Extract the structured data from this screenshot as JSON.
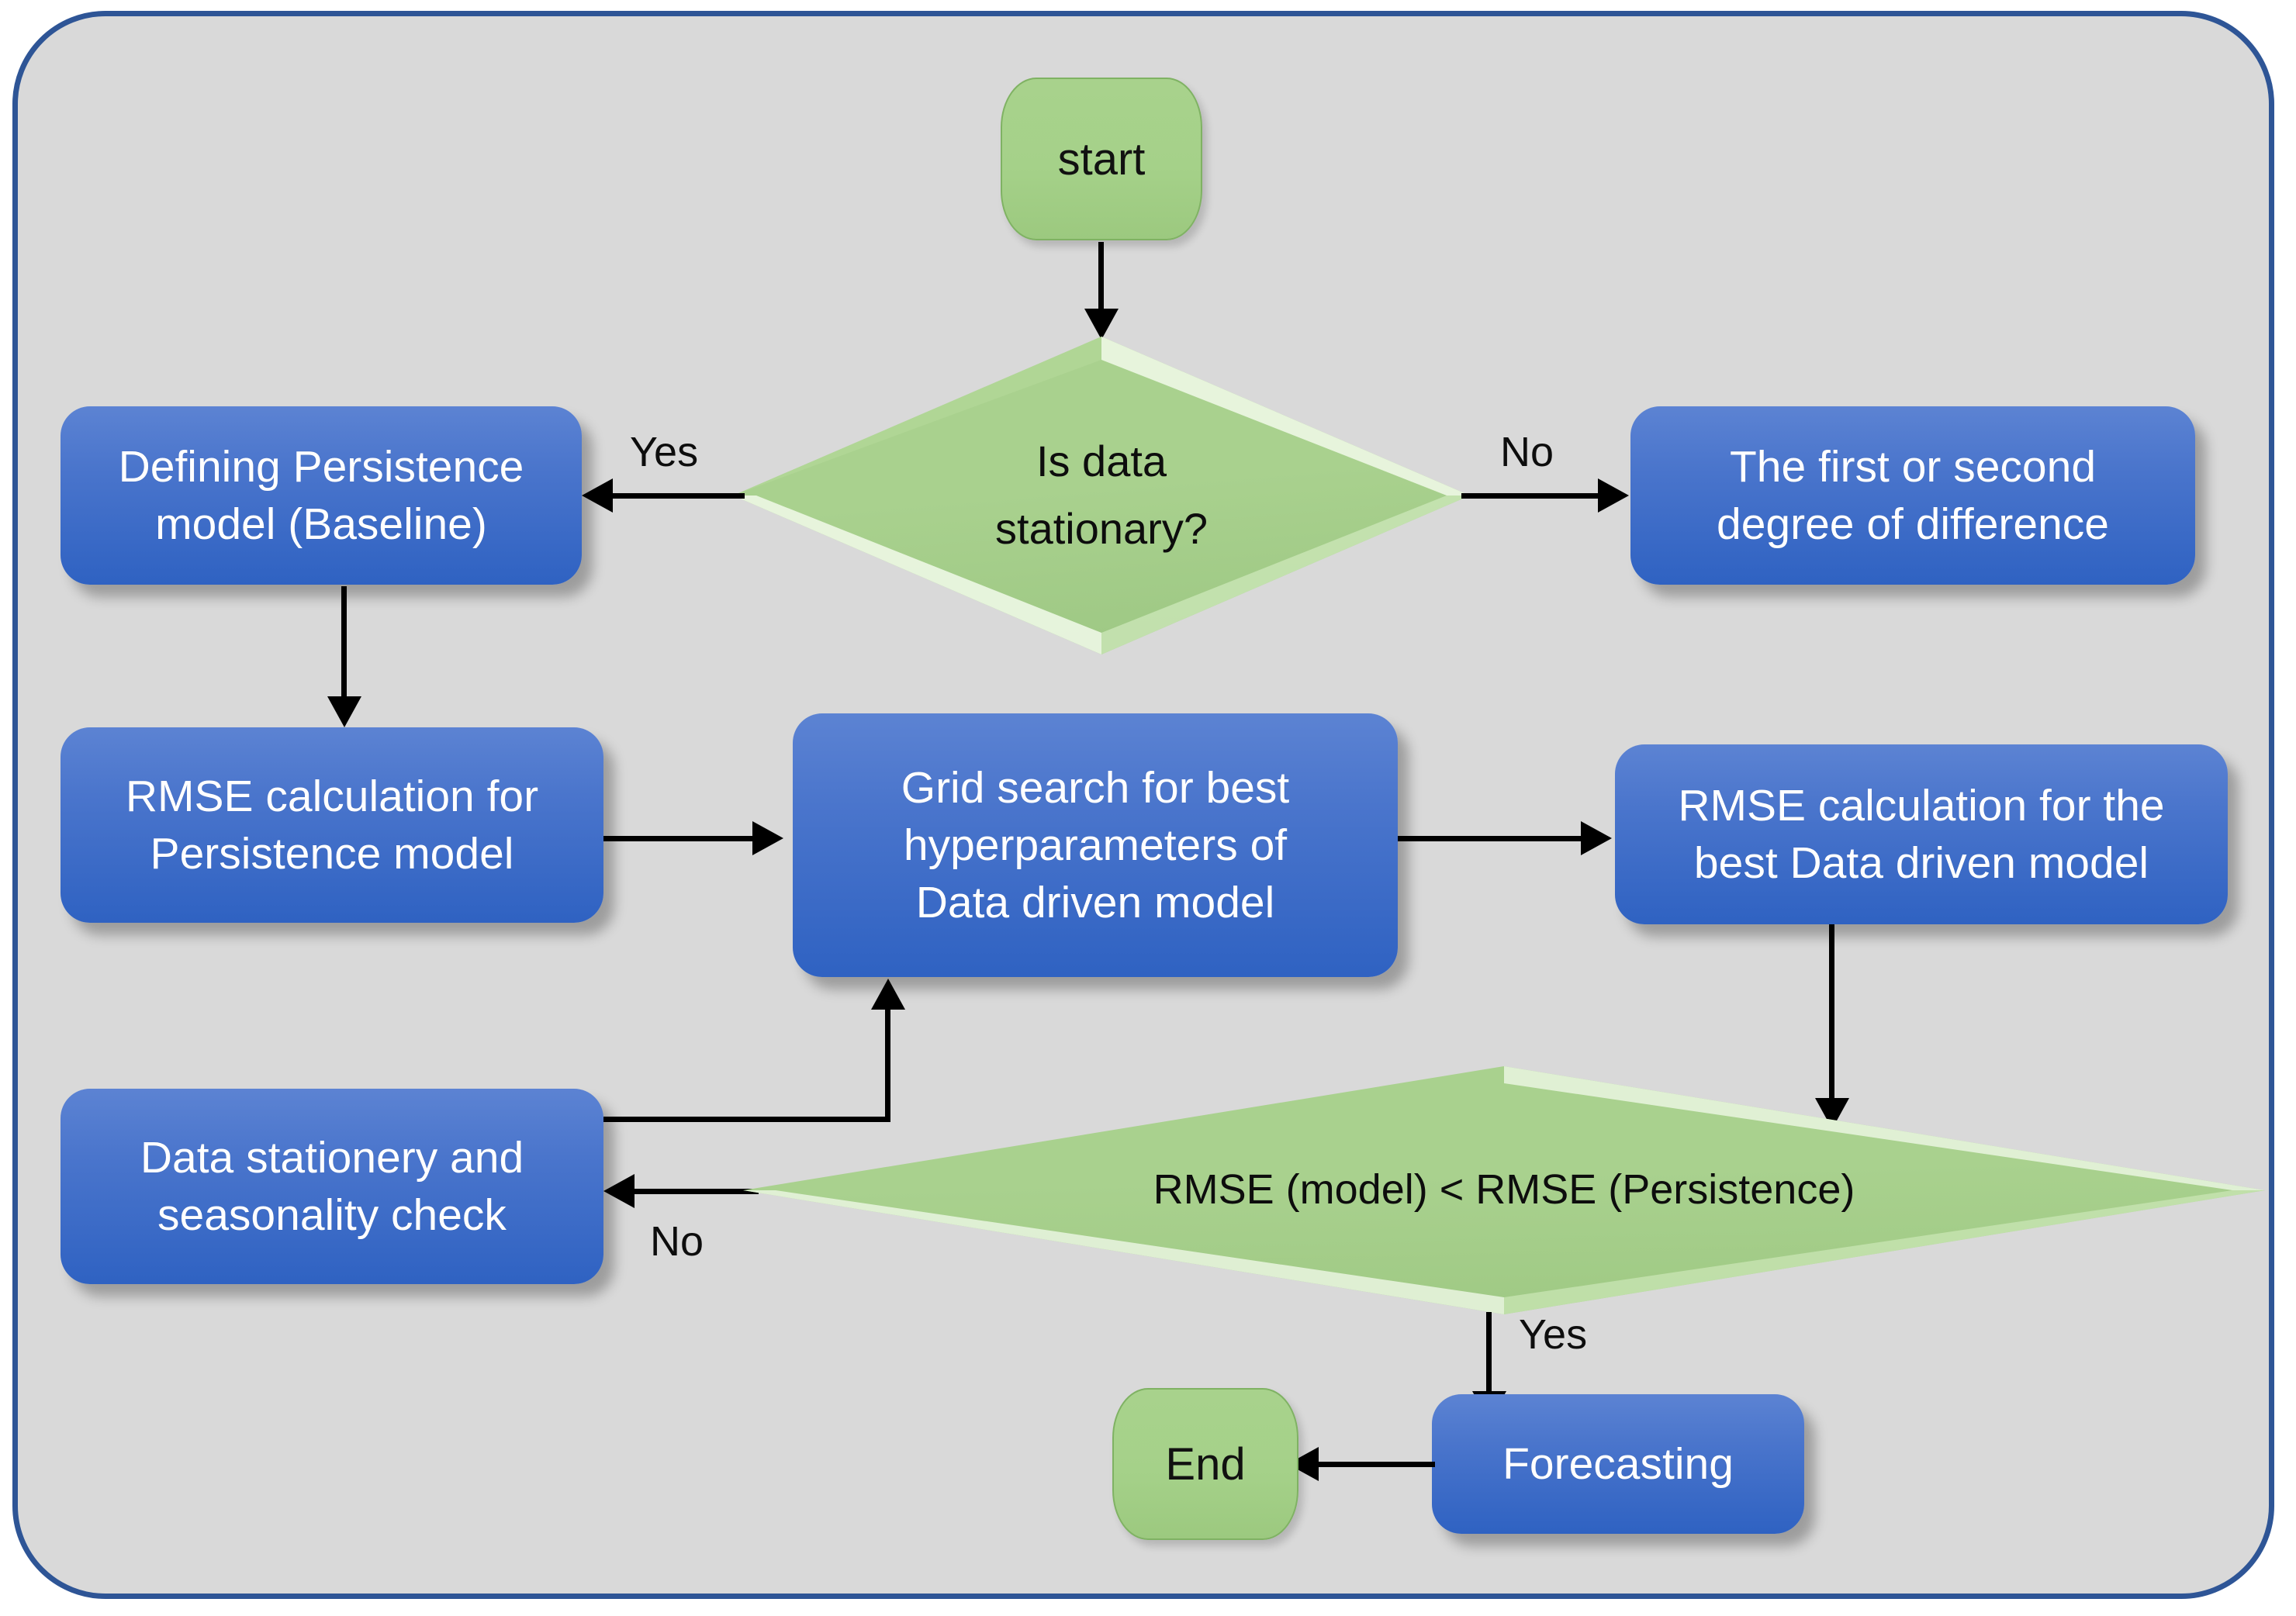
{
  "diagram": {
    "title": "Time series forecasting workflow flowchart",
    "colors": {
      "canvas": "#d9d9d9",
      "frame_border": "#2e5596",
      "process_fill_top": "#5c83d3",
      "process_fill_bottom": "#2f62c2",
      "process_text": "#ffffff",
      "decision_fill": "#a9d18e",
      "decision_highlight": "#e2f0d9",
      "terminator_fill": "#a8d28c",
      "connector": "#000000"
    },
    "nodes": {
      "start": {
        "label": "start",
        "shape": "terminator"
      },
      "is_stationary": {
        "label": "Is data\nstationary?",
        "line1": "Is data",
        "line2": "stationary?",
        "shape": "decision"
      },
      "defining_persistence": {
        "line1": "Defining Persistence",
        "line2": "model (Baseline)",
        "shape": "process"
      },
      "difference_degree": {
        "line1": "The first or second",
        "line2": "degree of difference",
        "shape": "process"
      },
      "rmse_persistence": {
        "line1": "RMSE calculation for",
        "line2": "Persistence model",
        "shape": "process"
      },
      "grid_search": {
        "line1": "Grid search for best",
        "line2": "hyperparameters of",
        "line3": "Data driven model",
        "shape": "process"
      },
      "rmse_best_model": {
        "line1": "RMSE calculation for the",
        "line2": "best Data driven model",
        "shape": "process"
      },
      "data_stationery_check": {
        "line1": "Data stationery and",
        "line2": "seasonality check",
        "shape": "process"
      },
      "rmse_compare": {
        "label": "RMSE (model) < RMSE (Persistence)",
        "shape": "decision"
      },
      "forecasting": {
        "label": "Forecasting",
        "shape": "process"
      },
      "end": {
        "label": "End",
        "shape": "terminator"
      }
    },
    "edge_labels": {
      "stationary_yes": "Yes",
      "stationary_no": "No",
      "compare_no": "No",
      "compare_yes": "Yes"
    }
  }
}
